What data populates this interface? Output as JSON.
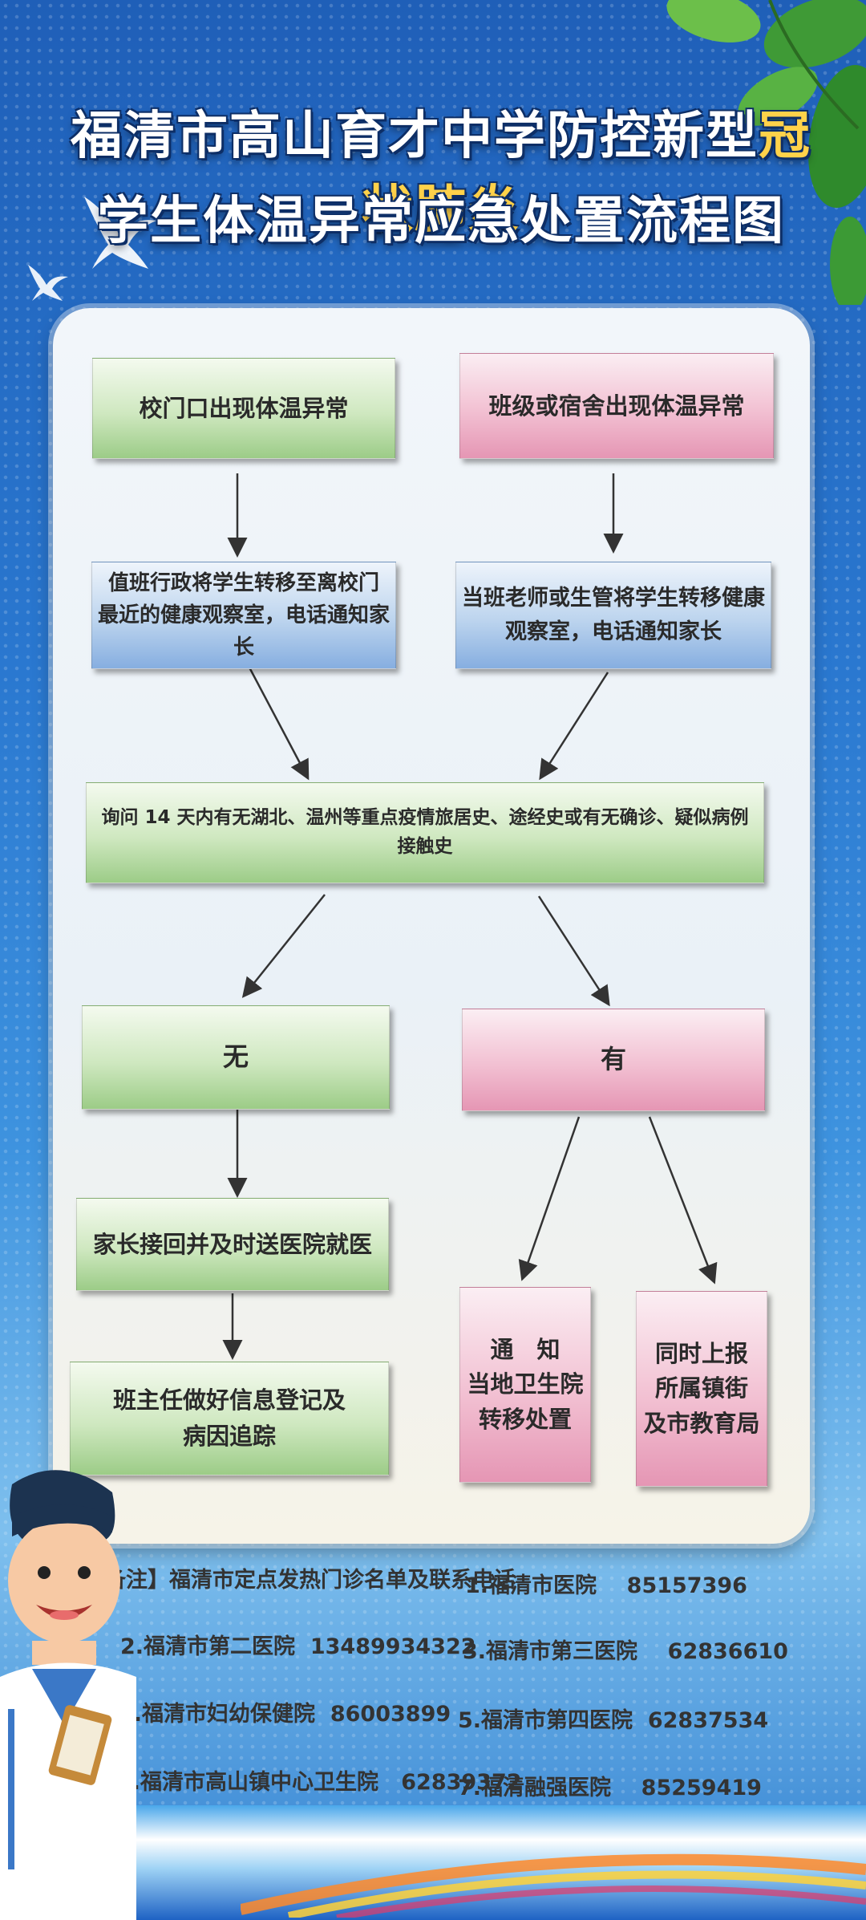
{
  "title": {
    "line1_part1": "福清市高山育才中学防控新型",
    "line1_part2": "冠状肺炎",
    "line2": "学生体温异常应急处置流程图"
  },
  "flow": {
    "gate": "校门口出现体温异常",
    "class": "班级或宿舍出现体温异常",
    "admin_line1": "值班行政将学生转移至离校门",
    "admin_line2": "最近的健康观察室，电话通知家长",
    "teacher_line1": "当班老师或生管将学生转移健康",
    "teacher_line2": "观察室，电话通知家长",
    "inquiry": "询问 14 天内有无湖北、温州等重点疫情旅居史、途经史或有无确诊、疑似病例接触史",
    "no": "无",
    "yes": "有",
    "parent": "家长接回并及时送医院就医",
    "record_line1": "班主任做好信息登记及",
    "record_line2": "病因追踪",
    "notify_line1": "通　知",
    "notify_line2": "当地卫生院",
    "notify_line3": "转移处置",
    "report_line1": "同时上报",
    "report_line2": "所属镇街",
    "report_line3": "及市教育局"
  },
  "notes": {
    "header": "备注】福清市定点发热门诊名单及联系电话",
    "hospitals": [
      {
        "label": "1.福清市医院",
        "phone": "85157396"
      },
      {
        "label": "2.福清市第二医院",
        "phone": "13489934322"
      },
      {
        "label": "3.福清市第三医院",
        "phone": "62836610"
      },
      {
        "label": "4.福清市妇幼保健院",
        "phone": "86003899"
      },
      {
        "label": "5.福清市第四医院",
        "phone": "62837534"
      },
      {
        "label": "6.福清市高山镇中心卫生院",
        "phone": "62839372"
      },
      {
        "label": "7.福清融强医院",
        "phone": "85259419"
      }
    ]
  },
  "colors": {
    "green_box": "#cfe8c0",
    "pink_box": "#f2c0d2",
    "blue_box": "#bcd4ee",
    "title_highlight": "#ffd24a",
    "background": "#2a78d0"
  }
}
